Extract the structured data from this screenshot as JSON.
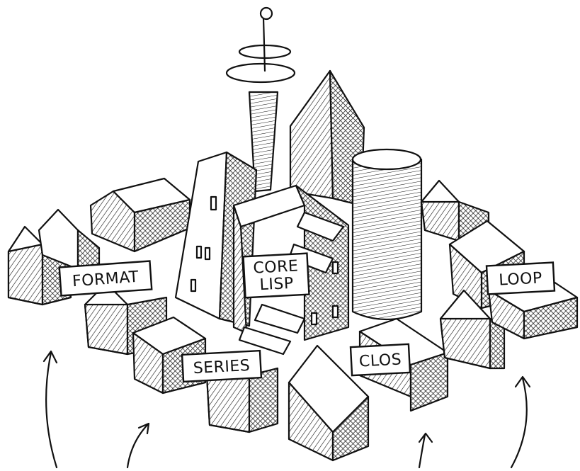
{
  "labels": {
    "format": "FORMAT",
    "core_line1": "CORE",
    "core_line2": "LISP",
    "loop": "LOOP",
    "series": "SERIES",
    "clos": "CLOS"
  }
}
